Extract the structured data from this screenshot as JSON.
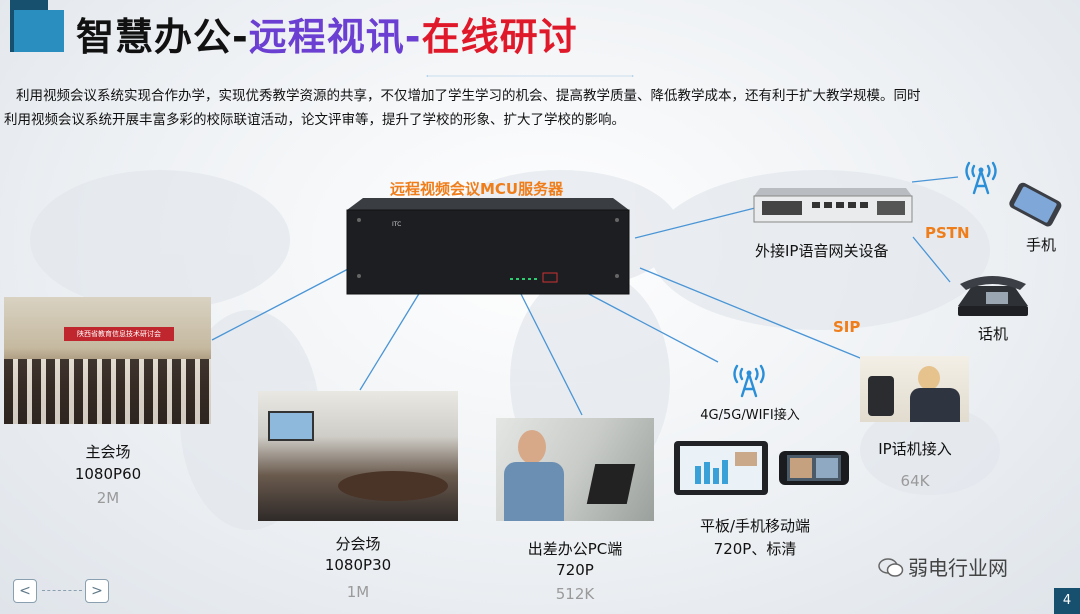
{
  "title": {
    "part1": "智慧办公-",
    "part2": "远程视讯-",
    "part3": "在线研讨"
  },
  "intro_line1": "利用视频会议系统实现合作办学，实现优秀教学资源的共享，不仅增加了学生学习的机会、提高教学质量、降低教学成本，还有利于扩大教学规模。同时",
  "intro_line2": "利用视频会议系统开展丰富多彩的校际联谊活动，论文评审等，提升了学校的形象、扩大了学校的影响。",
  "mcu_label": "远程视频会议MCU服务器",
  "mcu_brand": "ITC",
  "gateway_label": "外接IP语音网关设备",
  "pstn_label": "PSTN",
  "sip_label": "SIP",
  "phone_mobile_label": "手机",
  "phone_desk_label": "话机",
  "main_venue": {
    "name": "主会场",
    "res": "1080P60",
    "bw": "2M",
    "banner": "陕西省教育信息技术研讨会"
  },
  "branch_venue": {
    "name": "分会场",
    "res": "1080P30",
    "bw": "1M"
  },
  "pc": {
    "name": "出差办公PC端",
    "res": "720P",
    "bw": "512K"
  },
  "mobile": {
    "access": "4G/5G/WIFI接入",
    "name": "平板/手机移动端",
    "res": "720P、标清"
  },
  "ipphone": {
    "name": "IP话机接入",
    "bw": "64K"
  },
  "watermark": "弱电行业网",
  "nav": {
    "prev": "<",
    "next": ">"
  },
  "page_number": "4",
  "colors": {
    "accent_orange": "#ef7d1a",
    "title_purple": "#6a3fd1",
    "title_red": "#e0192a",
    "header_blue": "#17506f",
    "line_blue": "#3f8fd0"
  }
}
